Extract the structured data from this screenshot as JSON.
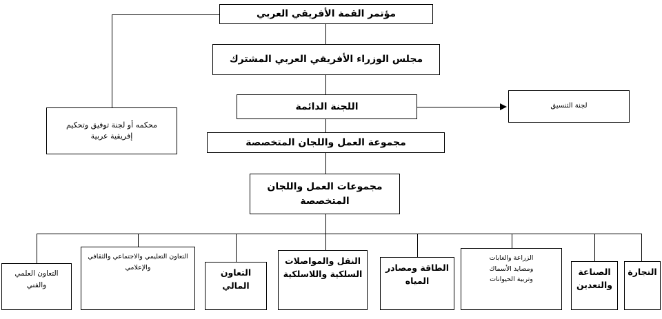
{
  "diagram": {
    "title": "مؤتمر القمة الأفريقي العربي",
    "language": "ar",
    "direction": "rtl",
    "line_color": "#000000",
    "box_fill": "#ffffff",
    "text_color": "#000000"
  },
  "nodes": {
    "summit": "مؤتمر القمة الأفريقي العربي",
    "ministers_council": "مجلس الوزراء الأفريقي العربي المشترك",
    "permanent_committee": "اللجنة الدائمة",
    "coordination_committee": "لجنة التنسيق",
    "arbitration": "محكمه أو لجنة توفيق وتحكيم\nإفريقية عربية",
    "working_group_committees": "مجموعة العمل واللجان المتخصصة",
    "working_groups": "مجموعات العمل واللجان\nالمتخصصة"
  },
  "leaves": [
    {
      "id": "scientific-technical",
      "label": "التعاون العلمي والفني"
    },
    {
      "id": "education-social-cultural-media",
      "label": "التعاون التعليمي والاجتماعي والثقافي\nوالإعلامي"
    },
    {
      "id": "financial-cooperation",
      "label": "التعاون المالي"
    },
    {
      "id": "transport-communications",
      "label": "النقل والمواصلات\nالسلكية واللاسلكية"
    },
    {
      "id": "energy-water",
      "label": "الطاقة ومصادر\nالمياه"
    },
    {
      "id": "agriculture-fisheries-livestock",
      "label": "الزراعة والغابات\nومصايد الأسماك\nوتربية الحيوانات"
    },
    {
      "id": "industry-mining",
      "label": "الصناعة\nوالتعدين"
    },
    {
      "id": "trade",
      "label": "التجارة"
    }
  ]
}
